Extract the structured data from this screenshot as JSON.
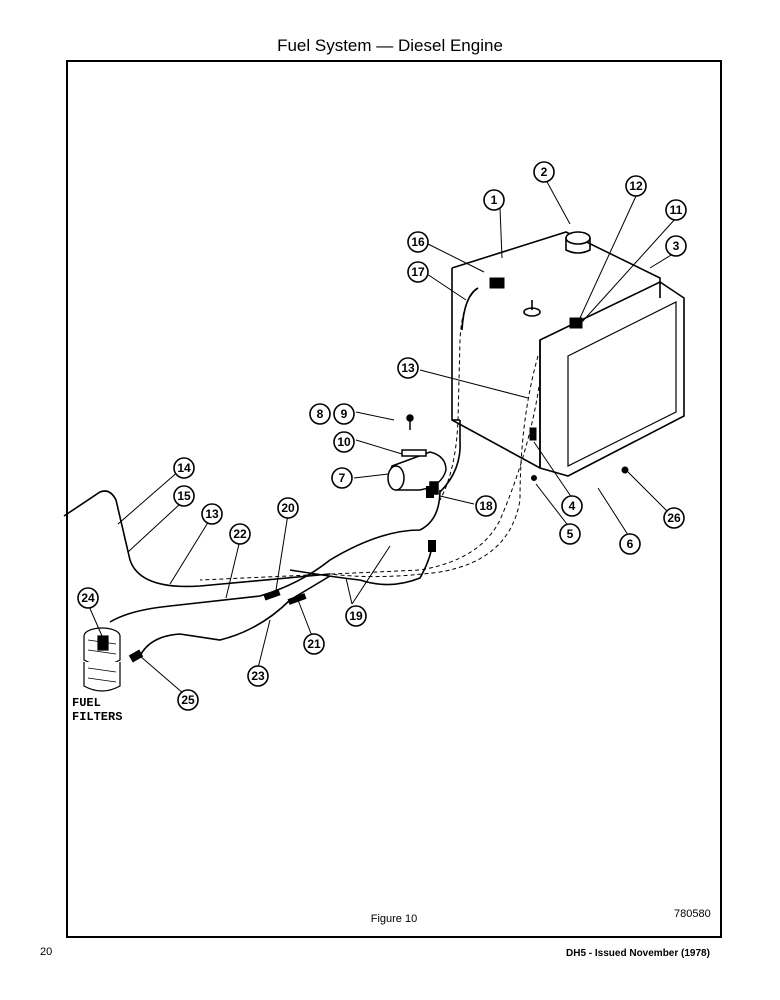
{
  "header": {
    "title": "Fuel System — Diesel Engine"
  },
  "figure": {
    "caption": "Figure 10",
    "drawing_number": "780580"
  },
  "labels": {
    "fuel_filters_line1": "FUEL",
    "fuel_filters_line2": "FILTERS"
  },
  "callouts": [
    "1",
    "2",
    "3",
    "4",
    "5",
    "6",
    "7",
    "8",
    "9",
    "10",
    "11",
    "12",
    "13",
    "13",
    "14",
    "15",
    "16",
    "17",
    "18",
    "19",
    "20",
    "21",
    "22",
    "23",
    "24",
    "25",
    "26"
  ],
  "footer": {
    "page_number": "20",
    "issue": "DH5 - Issued November (1978)"
  }
}
